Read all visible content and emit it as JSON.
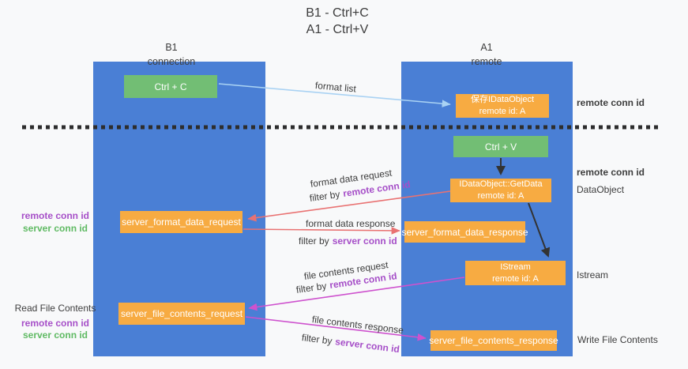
{
  "title": {
    "line1": "B1 - Ctrl+C",
    "line2": "A1 - Ctrl+V"
  },
  "columns": {
    "left": {
      "name": "B1",
      "role": "connection"
    },
    "right": {
      "name": "A1",
      "role": "remote"
    }
  },
  "nodes": {
    "ctrl_c": {
      "label": "Ctrl + C"
    },
    "saved_dataobject": {
      "line1": "保存IDataObject",
      "line2": "remote id: A"
    },
    "ctrl_v": {
      "label": "Ctrl + V"
    },
    "getdata": {
      "line1": "IDataObject::GetData",
      "line2": "remote id: A"
    },
    "server_format_data_request": {
      "label": "server_format_data_request"
    },
    "server_format_data_response": {
      "label": "server_format_data_response"
    },
    "istream": {
      "line1": "IStream",
      "line2": "remote id: A"
    },
    "server_file_contents_request": {
      "label": "server_file_contents_request"
    },
    "server_file_contents_response": {
      "label": "server_file_contents_response"
    }
  },
  "edge_labels": {
    "format_list": "format list",
    "format_data_request": "format data request",
    "format_data_response": "format data response",
    "file_contents_request": "file contents request",
    "file_contents_response": "file contents response",
    "filter_by": "filter by",
    "remote_conn_id": "remote conn id",
    "server_conn_id": "server conn id"
  },
  "side_labels": {
    "remote_conn_id": "remote conn id",
    "server_conn_id": "server conn id",
    "dataobject": "DataObject",
    "istream": "Istream",
    "read_file_contents": "Read File Contents",
    "write_file_contents": "Write File Contents"
  },
  "colors": {
    "column_blue": "#4A7FD5",
    "box_orange": "#F7AB42",
    "box_green": "#72BE74",
    "text_purple": "#A64FC8",
    "text_green": "#5FBA63",
    "arrow_red": "#E97272",
    "arrow_magenta": "#CE52CE",
    "arrow_light_blue": "#A9D2F3",
    "arrow_black": "#333333",
    "text_dark": "#3D3D3D",
    "background": "#F8F9FA"
  }
}
